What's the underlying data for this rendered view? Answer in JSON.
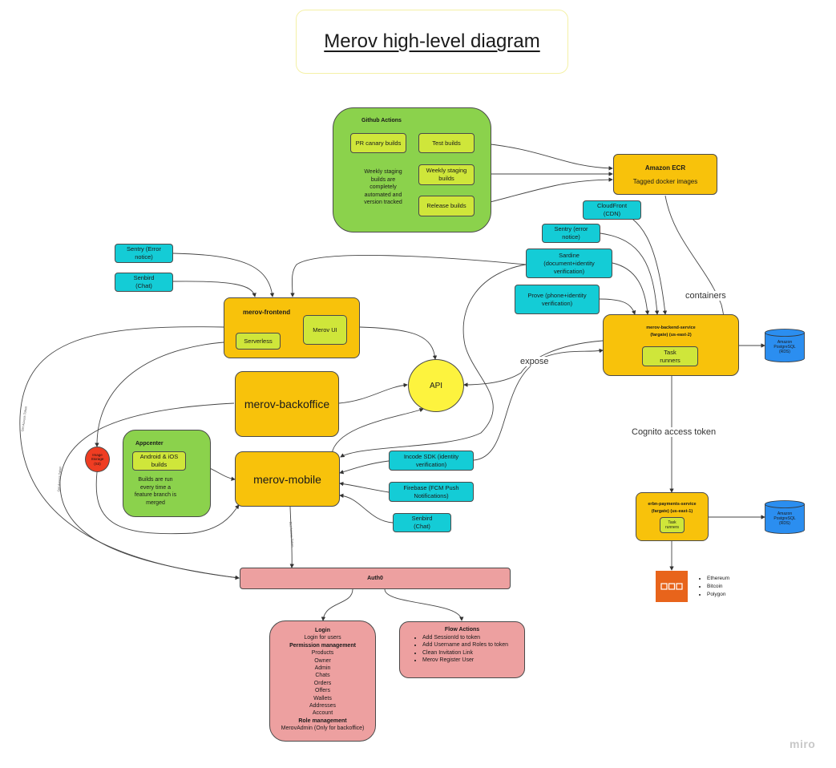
{
  "title": "Merov high-level diagram",
  "github": {
    "title": "Github Actions",
    "pr_canary": "PR canary builds",
    "test_builds": "Test builds",
    "weekly_staging": "Weekly staging builds",
    "release_builds": "Release builds",
    "note": "Weekly staging builds are completely automated and version tracked"
  },
  "ecr": {
    "title": "Amazon ECR",
    "subtitle": "Tagged docker images"
  },
  "services": {
    "cloudfront": "CloudFront (CDN)",
    "sentry_right": "Sentry (error notice)",
    "sardine": "Sardine (document+identity verification)",
    "prove": "Prove (phone+identity verification)",
    "sentry_left": "Sentry (Error notice)",
    "senbird_left": "Senbird (Chat)",
    "incode": "Incode SDK (identity verification)",
    "firebase": "Firebase (FCM Push Notifications)",
    "senbird_bottom": "Senbird (Chat)"
  },
  "frontend": {
    "title": "merov-frontend",
    "serverless": "Serverless",
    "ui": "Merov UI"
  },
  "backoffice": "merov-backoffice",
  "api": "API",
  "mobile": "merov-mobile",
  "appcenter": {
    "title": "Appcenter",
    "builds": "Android & iOS builds",
    "note": "Builds are run every time a feature branch is merged"
  },
  "image_storage": "Image Storage (S3)",
  "backend": {
    "title": "merov-backend-service",
    "subtitle": "(fargate) (us-east-2)",
    "task": "Task runners"
  },
  "payments": {
    "title": "erbn-payments-service",
    "subtitle": "(fargate) (us-east-1)",
    "task": "Task runners"
  },
  "db_label": "Amazon PostgreSQL (RDS)",
  "edge_labels": {
    "containers": "containers",
    "expose": "expose",
    "cognito": "Cognito access token",
    "get_access_token": "Get Access Token"
  },
  "auth0": "Auth0",
  "login": {
    "title": "Login",
    "login_for_users": "Login for users",
    "perm_title": "Permission management",
    "perms": [
      "Products",
      "Owner",
      "Admin",
      "Chats",
      "Orders",
      "Offers",
      "Wallets",
      "Addresses",
      "Account"
    ],
    "role_title": "Role management",
    "role": "MerovAdmin (Only for backoffice)"
  },
  "flow": {
    "title": "Flow Actions",
    "items": [
      "Add SessionId to token",
      "Add Username and Roles to token",
      "Clean Invitation Link",
      "Merov Register User"
    ]
  },
  "chains": [
    "Ethereum",
    "Bitcoin",
    "Polygon"
  ],
  "watermark": "miro",
  "colors": {
    "orange": "#f8c20b",
    "green": "#8bd24c",
    "cyan": "#14ccd6",
    "lime": "#cfe63a",
    "pink": "#eda0a0",
    "db_blue": "#2b8ef0",
    "api_yellow": "#fdf33e",
    "s3_red": "#ef3d22",
    "crypto_orange": "#e8641b"
  }
}
